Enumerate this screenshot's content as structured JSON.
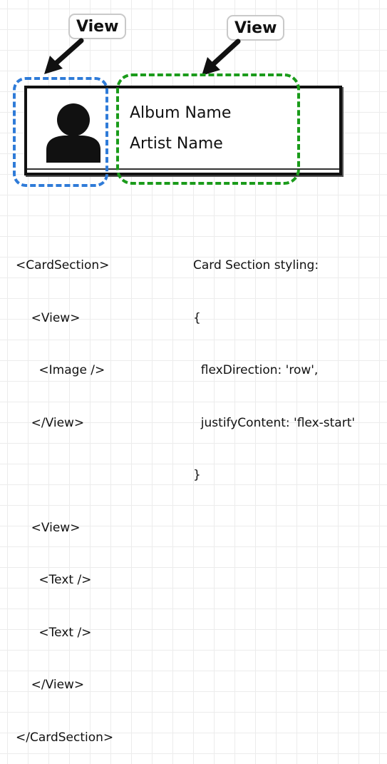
{
  "callouts": {
    "left_label": "View",
    "right_label": "View"
  },
  "card": {
    "album_name": "Album Name",
    "artist_name": "Artist Name",
    "icon": "user-avatar-icon"
  },
  "colors": {
    "image_view_outline": "#2f7bd8",
    "text_view_outline": "#1a9b1a",
    "card_border": "#111111",
    "grid": "#ececec"
  },
  "jsx_code": [
    "<CardSection>",
    "    <View>",
    "      <Image />",
    "    </View>",
    "",
    "    <View>",
    "      <Text />",
    "      <Text />",
    "    </View>",
    "</CardSection>"
  ],
  "styling_code": [
    "Card Section styling:",
    "{",
    "  flexDirection: 'row',",
    "  justifyContent: 'flex-start'",
    "}"
  ]
}
